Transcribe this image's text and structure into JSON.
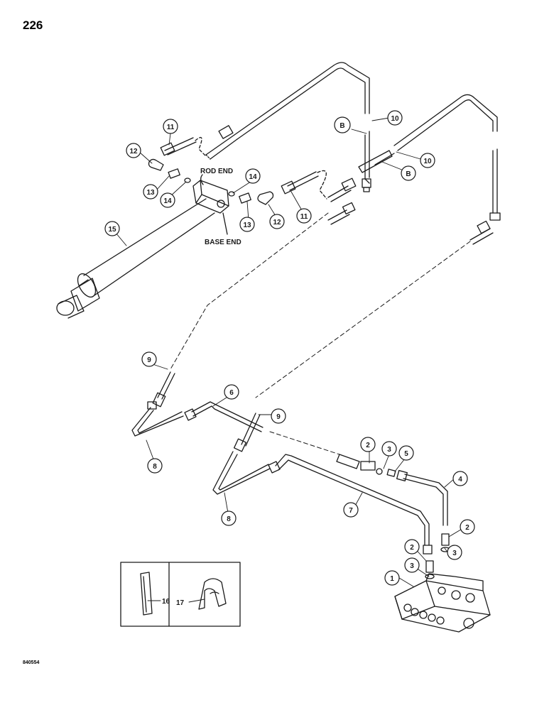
{
  "page": {
    "number": "226",
    "figure_code": "840554"
  },
  "labels": {
    "rod_end": "ROD END",
    "base_end": "BASE END"
  },
  "callouts": {
    "c1": "1",
    "c2": "2",
    "c3": "3",
    "c4": "4",
    "c5": "5",
    "c6": "6",
    "c7": "7",
    "c8": "8",
    "c9": "9",
    "c10": "10",
    "c11": "11",
    "c12": "12",
    "c13": "13",
    "c14": "14",
    "c15": "15",
    "c16": "16",
    "c17": "17",
    "cB": "B"
  },
  "colors": {
    "ink": "#1a1a1a",
    "paper": "#ffffff"
  }
}
